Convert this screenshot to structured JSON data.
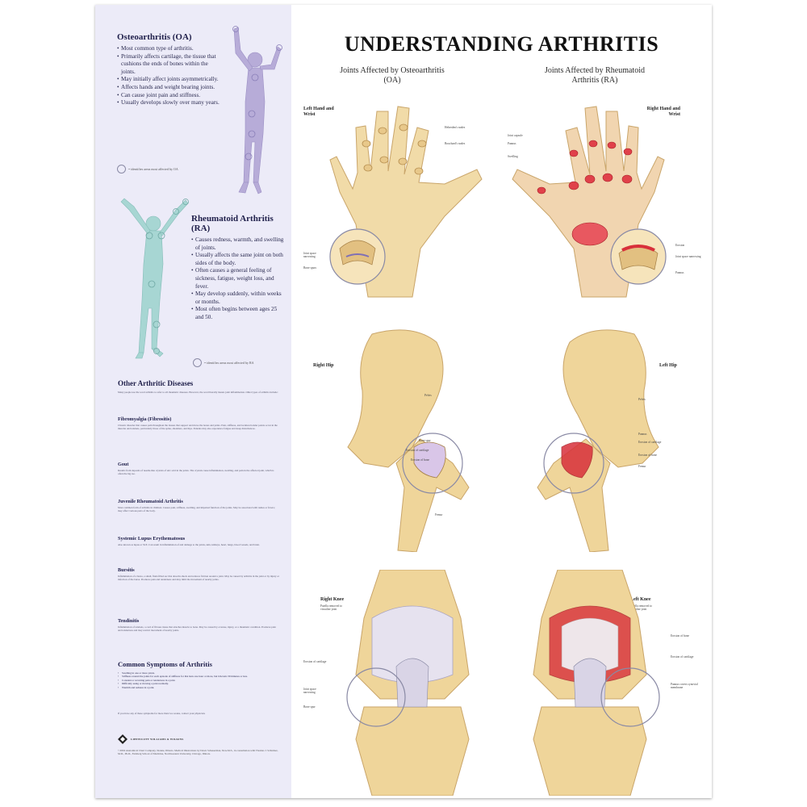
{
  "title": "UNDERSTANDING ARTHRITIS",
  "columns": {
    "oa": "Joints Affected by Osteoarthritis (OA)",
    "ra": "Joints Affected by Rheumatoid Arthritis (RA)"
  },
  "labels": {
    "left_hand": "Left Hand and Wrist",
    "right_hand": "Right Hand and Wrist",
    "right_hip": "Right Hip",
    "left_hip": "Left Hip",
    "right_knee": "Right Knee",
    "left_knee": "Left Knee"
  },
  "annotations": {
    "heberdens": "Heberden's nodes",
    "bouchards": "Bouchard's nodes",
    "joint_space_oa": "Joint space narrowing",
    "bone_spurs": "Bone spurs",
    "joint_capsule": "Joint capsule",
    "pannus": "Pannus",
    "swelling": "Swelling",
    "erosion": "Erosion",
    "joint_space_ra": "Joint space narrowing",
    "pannus_2": "Pannus",
    "pelvis_r": "Pelvis",
    "bone_spur_hip": "Bone spur",
    "erosion_cartilage_hip": "Erosion of cartilage",
    "erosion_bone_hip": "Erosion of bone",
    "femur_r": "Femur",
    "pelvis_l": "Pelvis",
    "pannus_hip": "Pannus",
    "erosion_cart_hip_l": "Erosion of cartilage",
    "erosion_bone_hip_l": "Erosion of bone",
    "femur_l": "Femur",
    "patella_removed_r": "Patella removed to visualize joint",
    "erosion_cartilage_knee": "Erosion of cartilage",
    "joint_space_knee": "Joint space narrowing",
    "bone_spur_knee": "Bone spur",
    "patella_removed_l": "Patella removed to visualize joint",
    "erosion_bone_knee": "Erosion of bone",
    "erosion_cart_knee_l": "Erosion of cartilage",
    "pannus_knee": "Pannus covers synovial membrane"
  },
  "oa_panel": {
    "title": "Osteoarthritis (OA)",
    "bullets": [
      "Most common type of arthritis.",
      "Primarily affects cartilage, the tissue that cushions the ends of bones within the joints.",
      "May initially affect joints asymmetrically.",
      "Affects hands and weight bearing joints.",
      "Can cause joint pain and stiffness.",
      "Usually develops slowly over many years."
    ],
    "legend": "= identifies areas most affected by OA"
  },
  "ra_panel": {
    "title": "Rheumatoid Arthritis (RA)",
    "bullets": [
      "Causes redness, warmth, and swelling of joints.",
      "Usually affects the same joint on both sides of the body.",
      "Often causes a general feeling of sickness, fatigue, weight loss, and fever.",
      "May develop suddenly, within weeks or months.",
      "Most often begins between ages 25 and 50."
    ],
    "legend": "= identifies areas most affected by RA"
  },
  "other": {
    "title": "Other Arthritic Diseases",
    "intro": "Many people use the word arthritis to refer to all rheumatic diseases. However, the word literally means joint inflammation. Other types of arthritis include:",
    "items": [
      {
        "title": "Fibromyalgia (Fibrositis)",
        "text": "Chronic disorder that causes pain throughout the tissues that support and move the bones and joints. Pain, stiffness, and localized tender points occur in the muscles and tendons, particularly those of the spine, shoulders, and hips. Patients may also experience fatigue and sleep disturbances."
      },
      {
        "title": "Gout",
        "text": "Results from deposits of needle-like crystals of uric acid in the joints. The crystals cause inflammation, swelling, and pain in the affected joint, which is often the big toe."
      },
      {
        "title": "Juvenile Rheumatoid Arthritis",
        "text": "Most common form of arthritis in children. Causes pain, stiffness, swelling, and impaired function of the joints. May be associated with rashes or fevers; may affect various parts of the body."
      },
      {
        "title": "Systemic Lupus Erythematosus",
        "text": "Also known as lupus or SLE. Can result in inflammation of and damage to the joints, skin, kidneys, heart, lungs, blood vessels, and brain."
      },
      {
        "title": "Bursitis",
        "text": "Inflammation of a bursa, a small, fluid-filled sac that absorbs shock and reduces friction around a joint. May be caused by arthritis in the joint or by injury or infection of the bursa. Produces pain and tenderness and may limit the movement of nearby joints."
      },
      {
        "title": "Tendinitis",
        "text": "Inflammation of tendons, a cord of fibrous tissue that attaches muscle to bone. May be caused by overuse, injury, or a rheumatic condition. Produces pain and tenderness and may restrict movement of nearby joints."
      }
    ]
  },
  "symptoms": {
    "title": "Common Symptoms of Arthritis",
    "items": [
      "Swelling in one or more joints.",
      "Stiffness around the joints for each episode of stiffness for RA lasts one hour or more, but OA lasts 30 minutes or less.",
      "Constant or recurring pain or tenderness in a joint.",
      "Difficulty using or moving a joint normally.",
      "Warmth and redness in a joint."
    ],
    "note": "If you have any of these symptoms for more than two weeks, contact your physician."
  },
  "publisher": "LIPPINCOTT WILLIAMS & WILKINS",
  "copyright": "©2004 Anatomical Chart Company, Skokie, Illinois. Medical illustrations by Dawn Scheuerman, M.A.M.S., in consultation with Thomas J. Schnitzer, M.D., Ph.D., Feinberg School of Medicine, Northwestern University, Chicago, Illinois.",
  "colors": {
    "panel_bg": "#ecebf8",
    "oa_figure": "#b7acd8",
    "ra_figure": "#a7d6d3",
    "bone": "#f0d9a0",
    "inflamed": "#d8303a"
  }
}
